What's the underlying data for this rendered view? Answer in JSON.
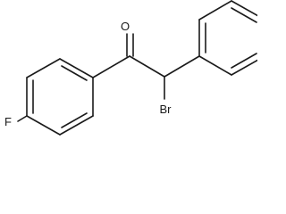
{
  "molecule": {
    "atoms": {
      "oxygen": "O",
      "bromine": "Br",
      "fluorine": "F"
    }
  }
}
